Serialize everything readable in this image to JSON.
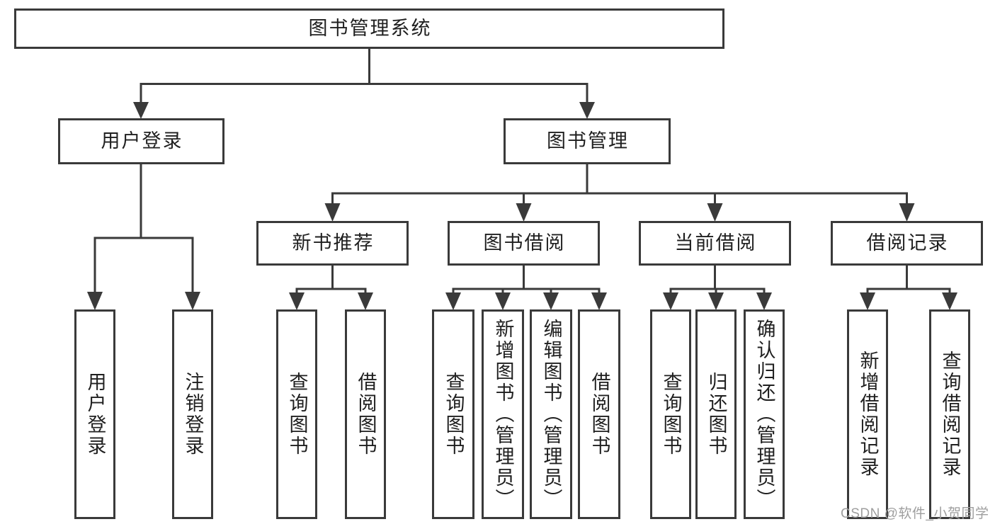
{
  "tree": {
    "root": {
      "label": "图书管理系统"
    },
    "level2": [
      {
        "label": "用户登录",
        "children": [
          {
            "label": "用户登录"
          },
          {
            "label": "注销登录"
          }
        ]
      },
      {
        "label": "图书管理",
        "children": [
          {
            "label": "新书推荐",
            "children": [
              {
                "label": "查询图书"
              },
              {
                "label": "借阅图书"
              }
            ]
          },
          {
            "label": "图书借阅",
            "children": [
              {
                "label": "查询图书"
              },
              {
                "label": "新增图书（管理员）"
              },
              {
                "label": "编辑图书（管理员）"
              },
              {
                "label": "借阅图书"
              }
            ]
          },
          {
            "label": "当前借阅",
            "children": [
              {
                "label": "查询图书"
              },
              {
                "label": "归还图书"
              },
              {
                "label": "确认归还（管理员）"
              }
            ]
          },
          {
            "label": "借阅记录",
            "children": [
              {
                "label": "新增借阅记录"
              },
              {
                "label": "查询借阅记录"
              }
            ]
          }
        ]
      }
    ]
  },
  "watermark": {
    "text": "CSDN @软件_小贺同学"
  },
  "colors": {
    "line": "#3a3a3a",
    "text": "#1f1f1f",
    "watermark": "#9e9e9e",
    "background": "#ffffff"
  }
}
